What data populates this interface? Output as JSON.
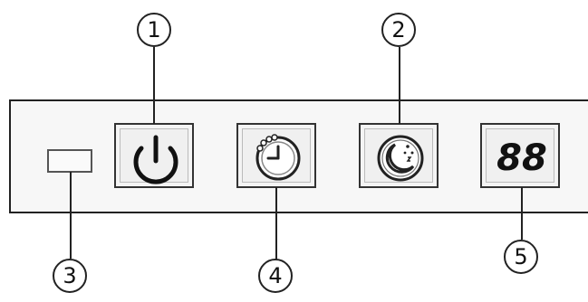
{
  "callouts": {
    "power": "1",
    "sleep": "2",
    "indicator": "3",
    "timer": "4",
    "display": "5"
  },
  "display": {
    "digits": "88"
  },
  "icons": {
    "power": "power-icon",
    "timer": "timer-icon",
    "sleep": "sleep-moon-icon"
  }
}
